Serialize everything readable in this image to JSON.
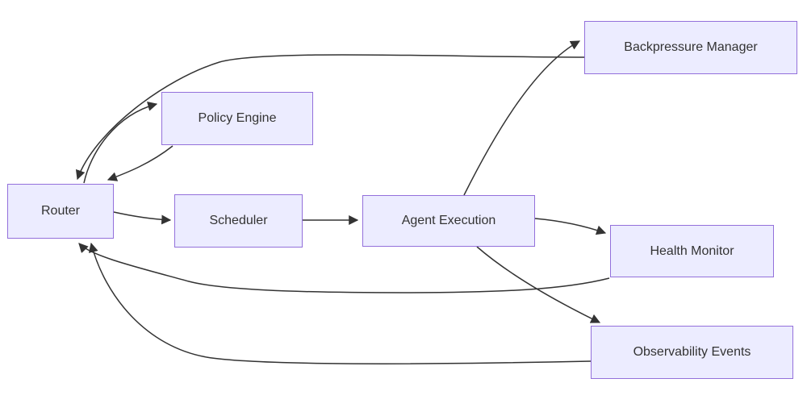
{
  "diagram": {
    "type": "flowchart",
    "direction": "LR",
    "nodes": [
      {
        "id": "router",
        "label": "Router"
      },
      {
        "id": "policy-engine",
        "label": "Policy Engine"
      },
      {
        "id": "scheduler",
        "label": "Scheduler"
      },
      {
        "id": "agent-execution",
        "label": "Agent Execution"
      },
      {
        "id": "backpressure-manager",
        "label": "Backpressure Manager"
      },
      {
        "id": "health-monitor",
        "label": "Health Monitor"
      },
      {
        "id": "observability-events",
        "label": "Observability Events"
      }
    ],
    "edges": [
      {
        "from": "router",
        "to": "policy-engine"
      },
      {
        "from": "policy-engine",
        "to": "router"
      },
      {
        "from": "router",
        "to": "scheduler"
      },
      {
        "from": "scheduler",
        "to": "agent-execution"
      },
      {
        "from": "agent-execution",
        "to": "backpressure-manager"
      },
      {
        "from": "agent-execution",
        "to": "health-monitor"
      },
      {
        "from": "agent-execution",
        "to": "observability-events"
      },
      {
        "from": "backpressure-manager",
        "to": "router"
      },
      {
        "from": "health-monitor",
        "to": "router"
      },
      {
        "from": "observability-events",
        "to": "router"
      }
    ],
    "colors": {
      "node_fill": "#ECECFF",
      "node_border": "#9370DB",
      "edge": "#333333",
      "text": "#333333",
      "background": "#FFFFFF"
    }
  }
}
